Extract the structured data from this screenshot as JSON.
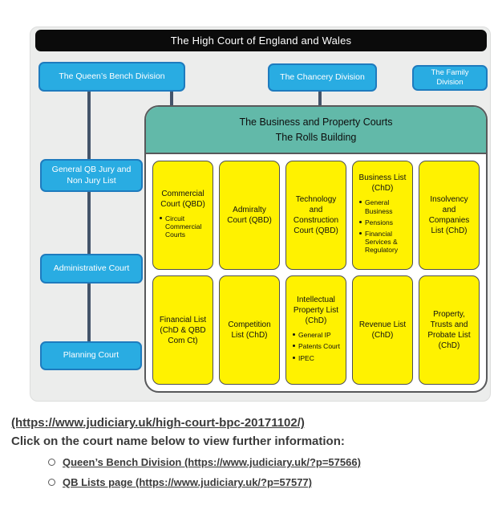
{
  "diagram": {
    "title": "The High Court of England and Wales",
    "divisions": {
      "queens_bench": "The Queen’s Bench Division",
      "chancery": "The Chancery Division",
      "family": "The Family Division"
    },
    "qb_chain": [
      "General QB Jury and Non Jury List",
      "Administrative Court",
      "Planning Court"
    ],
    "bpc": {
      "title_line1": "The Business and Property Courts",
      "title_line2": "The Rolls Building",
      "rows": [
        [
          {
            "title": "Commercial Court (QBD)",
            "bullets": [
              "Circuit Commercial Courts"
            ]
          },
          {
            "title": "Admiralty Court (QBD)",
            "bullets": []
          },
          {
            "title": "Technology and Construction Court (QBD)",
            "bullets": []
          },
          {
            "title": "Business List (ChD)",
            "bullets": [
              "General Business",
              "Pensions",
              "Financial Services & Regulatory"
            ]
          },
          {
            "title": "Insolvency and Companies List (ChD)",
            "bullets": []
          }
        ],
        [
          {
            "title": "Financial List (ChD & QBD Com Ct)",
            "bullets": []
          },
          {
            "title": "Competition List (ChD)",
            "bullets": []
          },
          {
            "title": "Intellectual Property List (ChD)",
            "bullets": [
              "General IP",
              "Patents Court",
              "IPEC"
            ]
          },
          {
            "title": "Revenue List (ChD)",
            "bullets": []
          },
          {
            "title": "Property, Trusts and Probate List (ChD)",
            "bullets": []
          }
        ]
      ]
    }
  },
  "footer": {
    "source_link": "(https://www.judiciary.uk/high-court-bpc-20171102/)",
    "instruction": "Click on the court name below to view further information:",
    "links": [
      "Queen’s Bench Division (https://www.judiciary.uk/?p=57566)",
      "QB Lists page (https://www.judiciary.uk/?p=57577)"
    ]
  },
  "colors": {
    "division_blue": "#29ACE2",
    "bpc_teal": "#62B9A9",
    "court_yellow": "#FFF200",
    "header_black": "#0B0B0B",
    "connector": "#44546A",
    "panel_gray": "#ECEDEC"
  }
}
